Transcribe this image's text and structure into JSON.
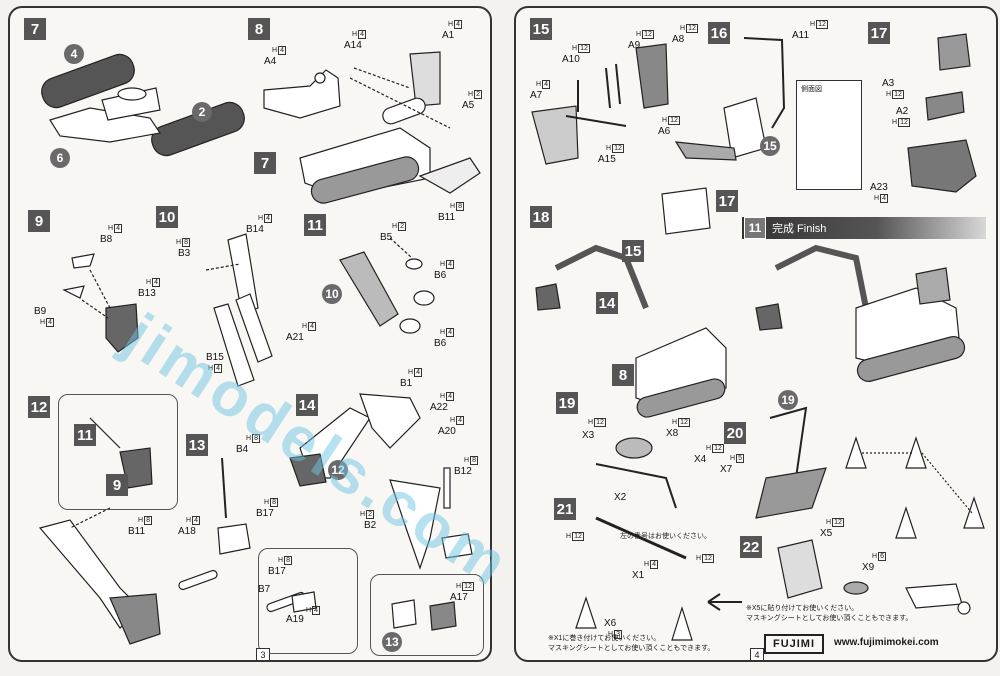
{
  "watermark": "jimodels.com",
  "left_page": {
    "page_number": "3",
    "steps": {
      "s7": "7",
      "s8": "8",
      "s9": "9",
      "s10": "10",
      "s11": "11",
      "s12": "12",
      "s13": "13",
      "s14": "14"
    },
    "step7": {
      "parts": [
        "4",
        "2",
        "6"
      ]
    },
    "step8": {
      "parts": {
        "a4": "A4",
        "a14": "A14",
        "a1": "A1",
        "a5": "A5",
        "sub7": "7"
      },
      "hmarks": {
        "a4": "4",
        "a14": "4",
        "a1": "4",
        "a5": "2"
      }
    },
    "step9": {
      "parts": {
        "b8": "B8",
        "b9": "B9",
        "b13": "B13"
      },
      "hmarks": {
        "b8": "4",
        "b9": "4",
        "b13": "4"
      }
    },
    "step10": {
      "parts": {
        "b3": "B3",
        "b14": "B14",
        "b15": "B15",
        "a21": "A21"
      },
      "hmarks": {
        "b3": "8",
        "b14": "4",
        "b15": "4",
        "a21": "4"
      }
    },
    "step11": {
      "parts": {
        "b5": "B5",
        "b11": "B11",
        "b6a": "B6",
        "b6b": "B6",
        "sub10": "10"
      },
      "hmarks": {
        "b5": "2",
        "b11": "8",
        "b6a": "4",
        "b6b": "4"
      }
    },
    "step12": {
      "parts": {
        "sub11": "11",
        "sub9": "9",
        "b11": "B11"
      },
      "hmarks": {
        "b11": "8"
      }
    },
    "step13": {
      "parts": {
        "b4": "B4",
        "b17a": "B17",
        "a18": "A18",
        "b17b": "B17",
        "b7": "B7",
        "a19": "A19",
        "sub13": "13"
      },
      "hmarks": {
        "b4": "8",
        "b17a": "8",
        "a18": "4",
        "b17b": "8",
        "a19": "4"
      }
    },
    "step14": {
      "parts": {
        "b1": "B1",
        "a22": "A22",
        "a20": "A20",
        "b12": "B12",
        "b2": "B2",
        "a17": "A17",
        "sub12": "12"
      },
      "hmarks": {
        "b1": "4",
        "a22": "4",
        "a20": "4",
        "b12": "8",
        "b2": "2",
        "a17": "12"
      }
    }
  },
  "right_page": {
    "page_number": "4",
    "steps": {
      "s15": "15",
      "s16": "16",
      "s17": "17",
      "s18": "18",
      "s19": "19",
      "s20": "20",
      "s21": "21",
      "s22": "22"
    },
    "step15": {
      "parts": {
        "a10": "A10",
        "a9": "A9",
        "a8": "A8",
        "a7": "A7",
        "a15": "A15"
      },
      "hmarks": {
        "a10": "12",
        "a9": "12",
        "a8": "12",
        "a7": "4",
        "a15": "12"
      }
    },
    "step16": {
      "parts": {
        "a11": "A11",
        "a6": "A6",
        "sub15": "15"
      },
      "hmarks": {
        "a11": "12",
        "a6": "12"
      },
      "side_view_label": "側面図"
    },
    "step17": {
      "parts": {
        "a3": "A3",
        "a2": "A2",
        "a23": "A23"
      },
      "hmarks": {
        "a3": "12",
        "a2": "12",
        "a23": "4"
      }
    },
    "step18": {
      "subs": {
        "s17": "17",
        "s15": "15",
        "s14": "14",
        "s8": "8"
      }
    },
    "finish_banner": {
      "number": "11",
      "label": "完成 Finish"
    },
    "step19": {
      "parts": {
        "x3": "X3",
        "x8": "X8",
        "x4": "X4",
        "x2": "X2"
      },
      "hmarks": {
        "x3": "12",
        "x8": "12",
        "x4": "12"
      }
    },
    "step20": {
      "parts": {
        "x7": "X7",
        "sub19": "19",
        "sub22": "22"
      },
      "hmarks": {
        "x7": "5"
      }
    },
    "step21": {
      "parts": {
        "x1": "X1",
        "x6": "X6"
      },
      "hmarks": {
        "x1a": "12",
        "x1b": "12",
        "x1c": "4",
        "x6": "3"
      },
      "note": "左の番号はお使いください。"
    },
    "extra_parts": {
      "x5": "X5",
      "x9": "X9"
    },
    "extra_hmarks": {
      "x5": "12",
      "x9": "6"
    },
    "note_x1": [
      "※X1に巻き付けてお使いください。",
      "マスキングシートとしてお使い頂くこともできます。"
    ],
    "note_x5": [
      "※X5に貼り付けてお使いください。",
      "マスキングシートとしてお使い頂くこともできます。"
    ],
    "brand_logo": "FUJIMI",
    "website": "www.fujimimokei.com"
  },
  "hmark_prefix": "H"
}
